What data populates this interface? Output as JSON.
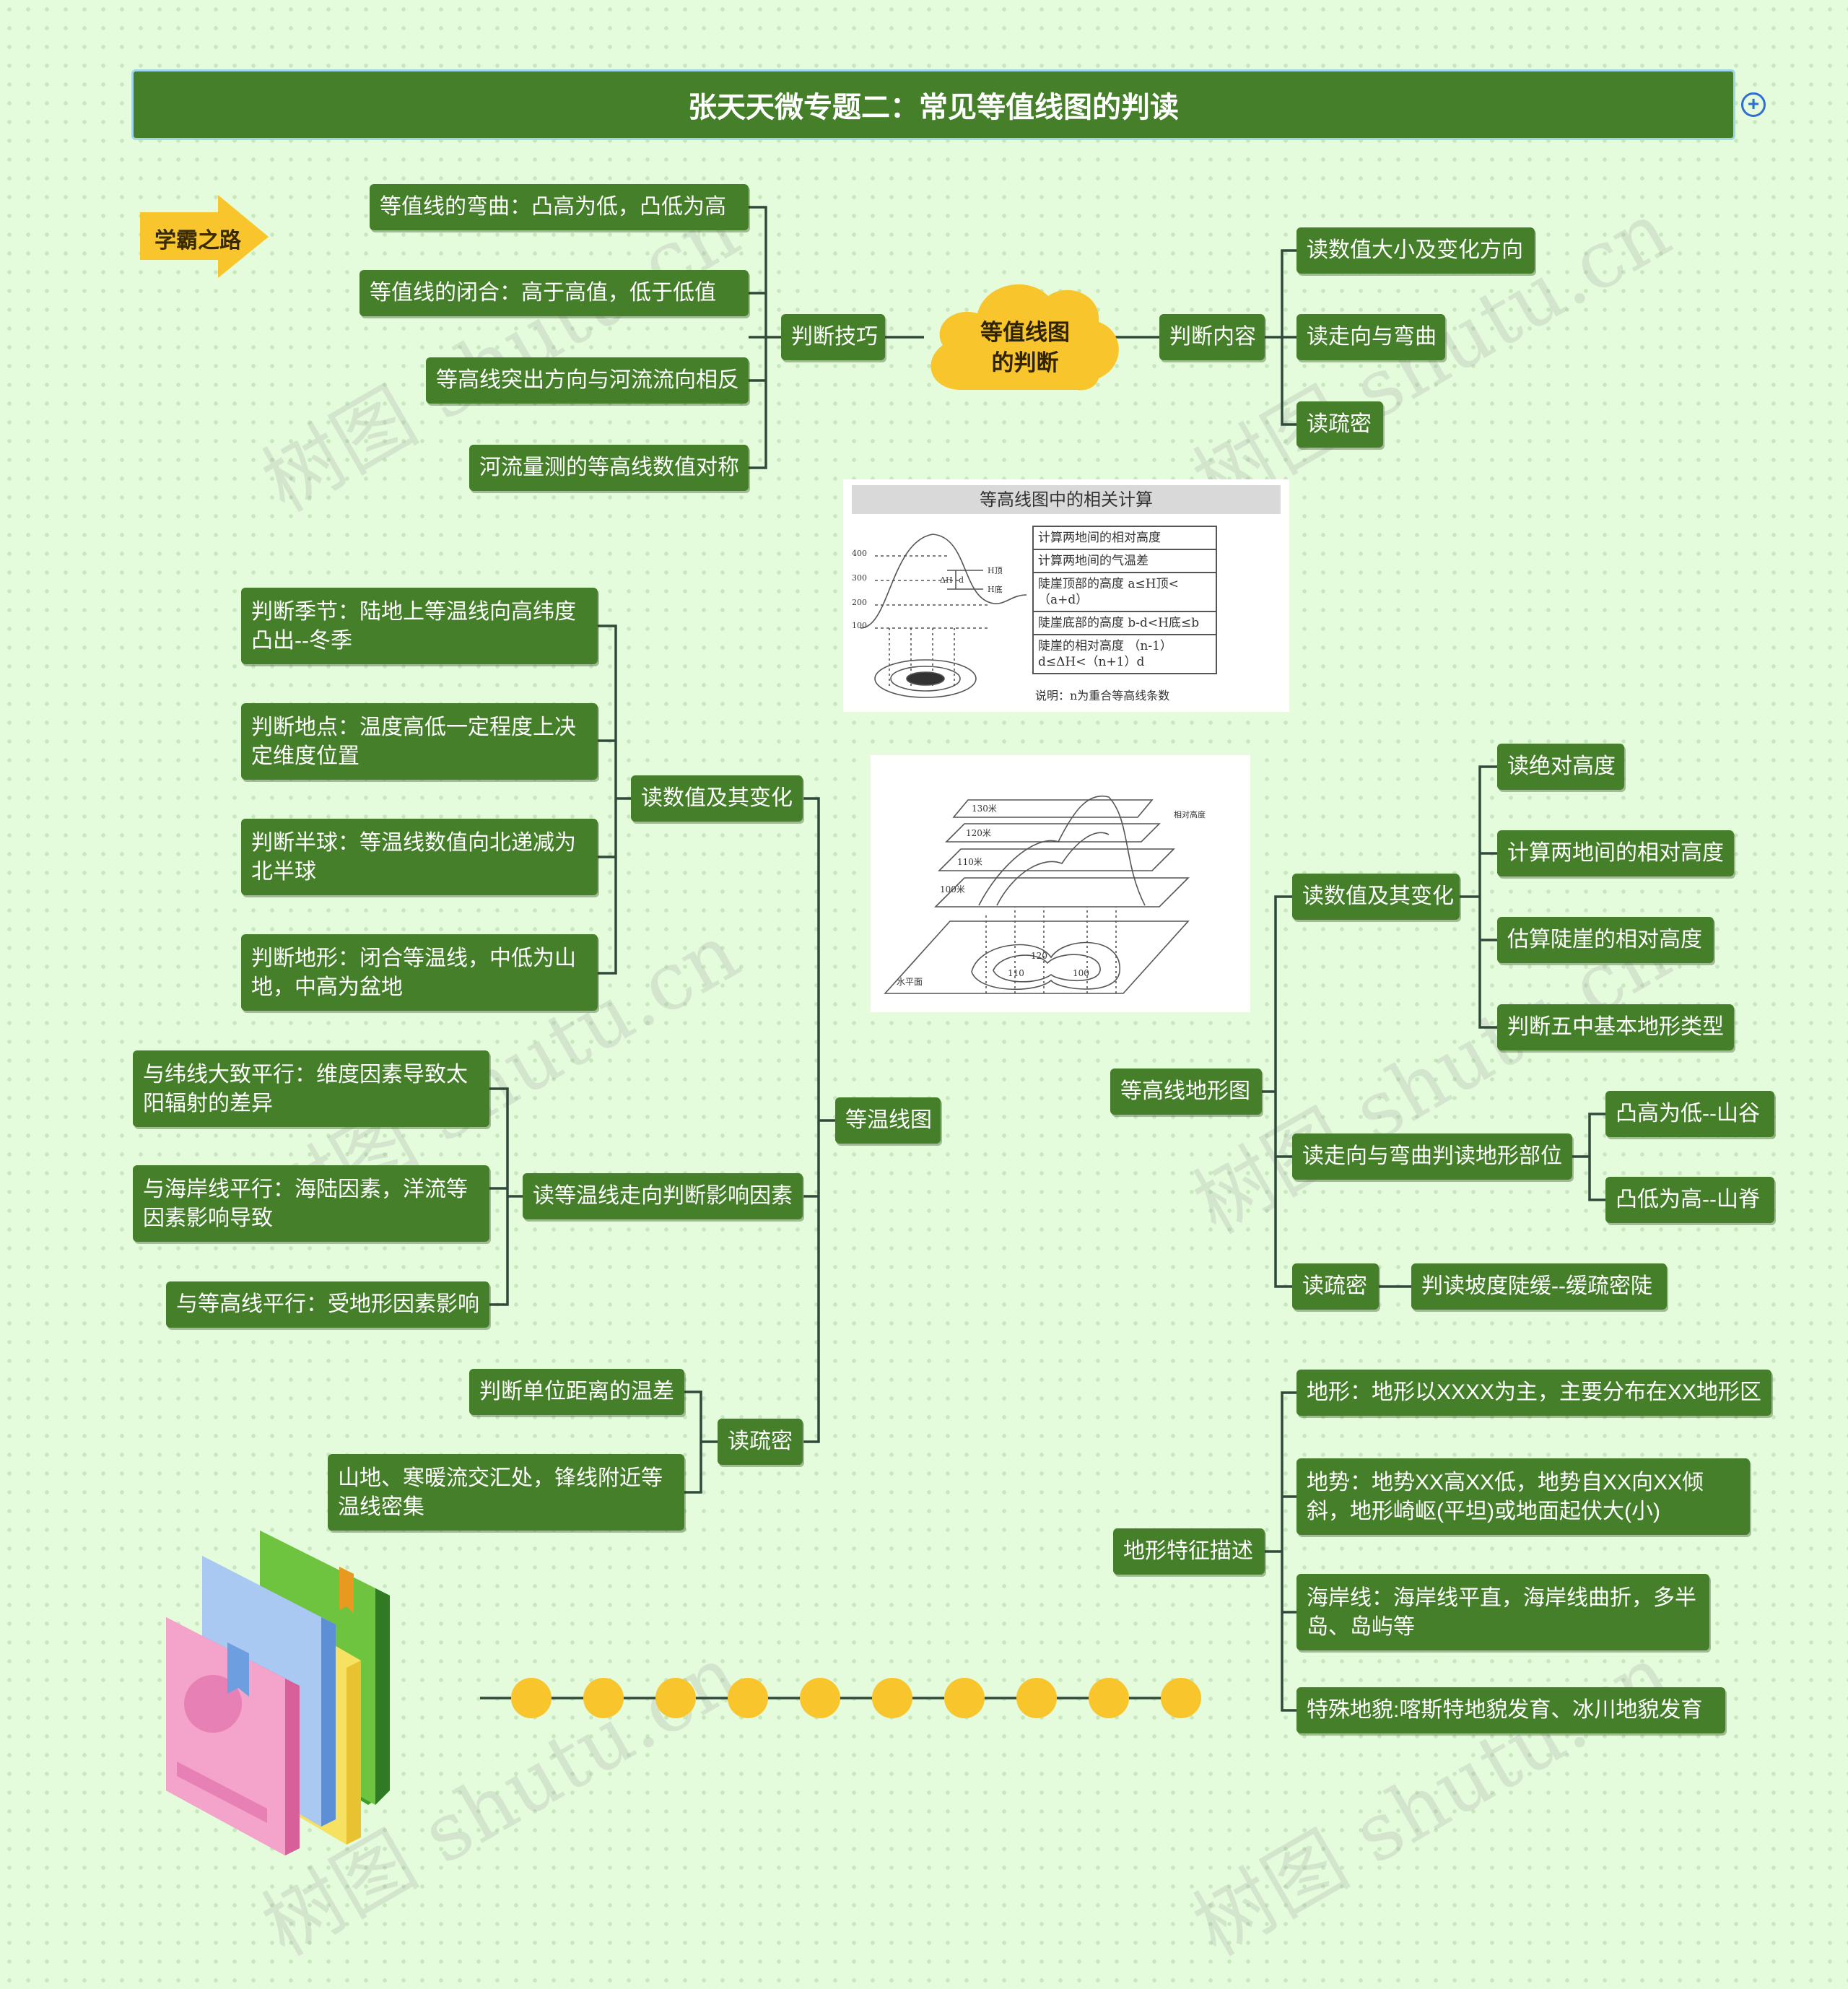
{
  "title": "张天天微专题二：常见等值线图的判读",
  "badge": "学霸之路",
  "center": "等值线图的判断",
  "center_lines": [
    "等值线图",
    "的判断"
  ],
  "top_left": {
    "label": "判断技巧",
    "items": [
      "等值线的弯曲：凸高为低，凸低为高",
      "等值线的闭合：高于高值，低于低值",
      "等高线突出方向与河流流向相反",
      "河流量测的等高线数值对称"
    ]
  },
  "top_right": {
    "label": "判断内容",
    "items": [
      "读数值大小及变化方向",
      "读走向与弯曲",
      "读疏密"
    ]
  },
  "isotherm": {
    "label": "等温线图",
    "values": {
      "label": "读数值及其变化",
      "items": [
        "判断季节：陆地上等温线向高纬度凸出--冬季",
        "判断地点：温度高低一定程度上决定维度位置",
        "判断半球：等温线数值向北递减为北半球",
        "判断地形：闭合等温线，中低为山地，中高为盆地"
      ]
    },
    "trend": {
      "label": "读等温线走向判断影响因素",
      "items": [
        "与纬线大致平行：维度因素导致太阳辐射的差异",
        "与海岸线平行：海陆因素，洋流等因素影响导致",
        "与等高线平行：受地形因素影响"
      ]
    },
    "density": {
      "label": "读疏密",
      "items": [
        "判断单位距离的温差",
        "山地、寒暖流交汇处，锋线附近等温线密集"
      ]
    }
  },
  "contour": {
    "label": "等高线地形图",
    "values": {
      "label": "读数值及其变化",
      "items": [
        "读绝对高度",
        "计算两地间的相对高度",
        "估算陡崖的相对高度",
        "判断五中基本地形类型"
      ]
    },
    "trend": {
      "label": "读走向与弯曲判读地形部位",
      "items": [
        "凸高为低--山谷",
        "凸低为高--山脊"
      ]
    },
    "density": {
      "label": "读疏密",
      "items": [
        "判读坡度陡缓--缓疏密陡"
      ]
    }
  },
  "terrain": {
    "label": "地形特征描述",
    "items": [
      "地形：地形以XXXX为主，主要分布在XX地形区",
      "地势：地势XX高XX低，地势自XX向XX倾斜，地形崎岖(平坦)或地面起伏大(小)",
      "海岸线：海岸线平直，海岸线曲折，多半岛、岛屿等",
      "特殊地貌:喀斯特地貌发育、冰川地貌发育"
    ]
  },
  "figure1": {
    "title": "等高线图中的相关计算",
    "rows": [
      "计算两地间的相对高度",
      "计算两地间的气温差",
      "陡崖顶部的高度 a≤H顶<（a+d）",
      "陡崖底部的高度 b-d<H底≤b",
      "陡崖的相对高度 （n-1）d≤ΔH<（n+1）d"
    ],
    "note": "说明：n为重合等高线条数",
    "ticks": [
      "400",
      "300",
      "200",
      "100"
    ],
    "marks": [
      "H顶",
      "H底",
      "ΔH",
      "d"
    ]
  },
  "figure2": {
    "labels": [
      "130米",
      "120米",
      "110米",
      "100米",
      "水平面",
      "120",
      "110",
      "100",
      "相对高度"
    ]
  },
  "watermark": "树图 shutu.cn",
  "colors": {
    "node": "#457f2a",
    "line": "#2f4a3a",
    "background": "#e4fbdc",
    "accent": "#f8c52c"
  }
}
